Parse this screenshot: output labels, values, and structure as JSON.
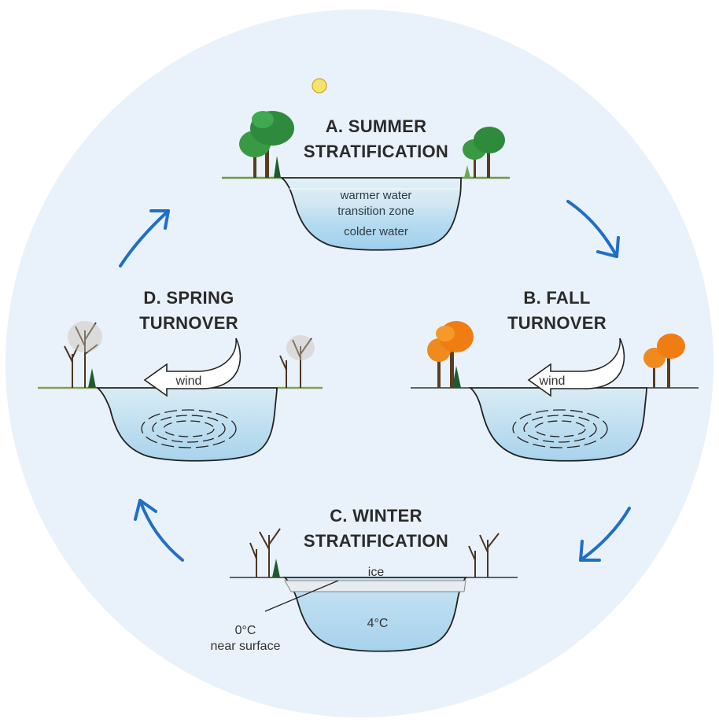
{
  "panels": {
    "summer": {
      "title_line1": "A. SUMMER",
      "title_line2": "STRATIFICATION",
      "layers": [
        "warmer water",
        "transition zone",
        "colder water"
      ]
    },
    "fall": {
      "title_line1": "B. FALL",
      "title_line2": "TURNOVER",
      "wind_label": "wind"
    },
    "winter": {
      "title_line1": "C. WINTER",
      "title_line2": "STRATIFICATION",
      "ice_label": "ice",
      "deep_temp": "4°C",
      "surface_note_line1": "0°C",
      "surface_note_line2": "near surface"
    },
    "spring": {
      "title_line1": "D. SPRING",
      "title_line2": "TURNOVER",
      "wind_label": "wind"
    }
  },
  "colors": {
    "background_circle": "#e9f1fa",
    "cycle_arrow": "#1f6fc5",
    "water_light": "#cfe6f2",
    "water_mid": "#b6daee",
    "water_deep": "#a6d2ec",
    "sun": "#f5e46a",
    "summer_foliage": "#2e8a3c",
    "fall_foliage": "#ef8a1e"
  }
}
